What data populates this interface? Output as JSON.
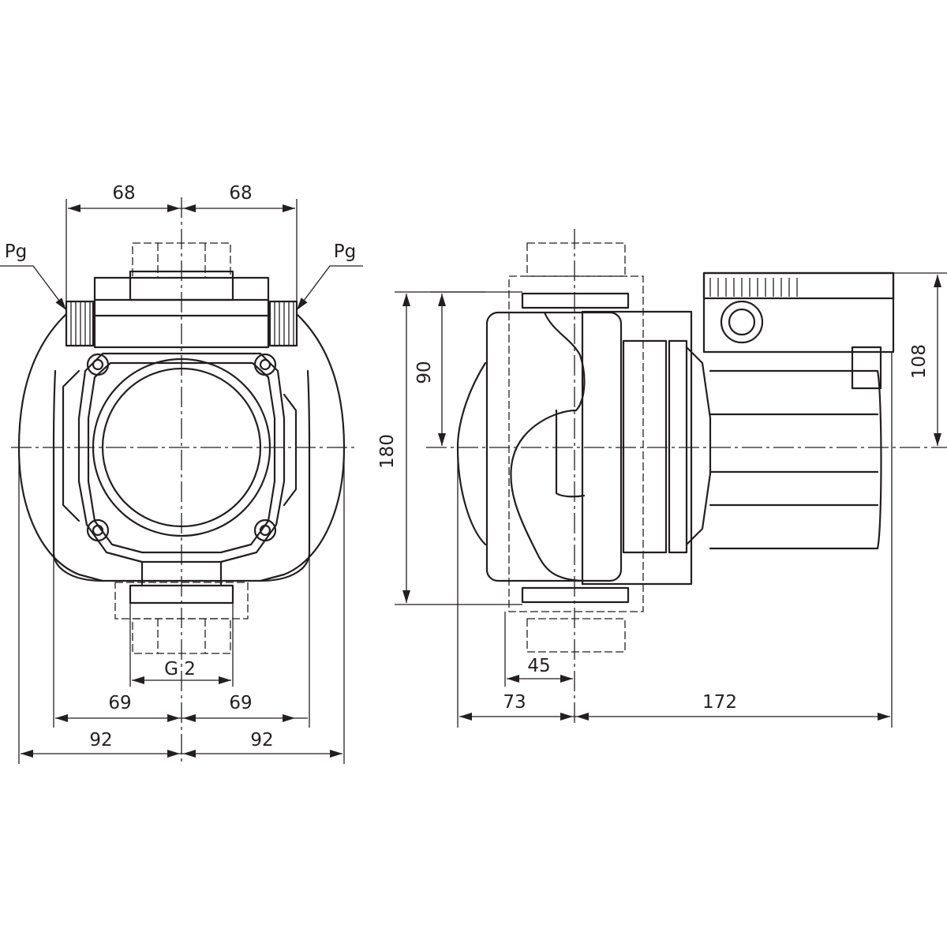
{
  "front_view": {
    "dim_top_left": "68",
    "dim_top_right": "68",
    "cable_entry_left": "Pg",
    "cable_entry_right": "Pg",
    "thread": "G 2",
    "dim_inner_left": "69",
    "dim_inner_right": "69",
    "dim_outer_left": "92",
    "dim_outer_right": "92"
  },
  "side_view": {
    "dim_height_total": "180",
    "dim_height_upper": "90",
    "dim_module_height": "108",
    "dim_flange": "45",
    "dim_left": "73",
    "dim_right": "172"
  }
}
